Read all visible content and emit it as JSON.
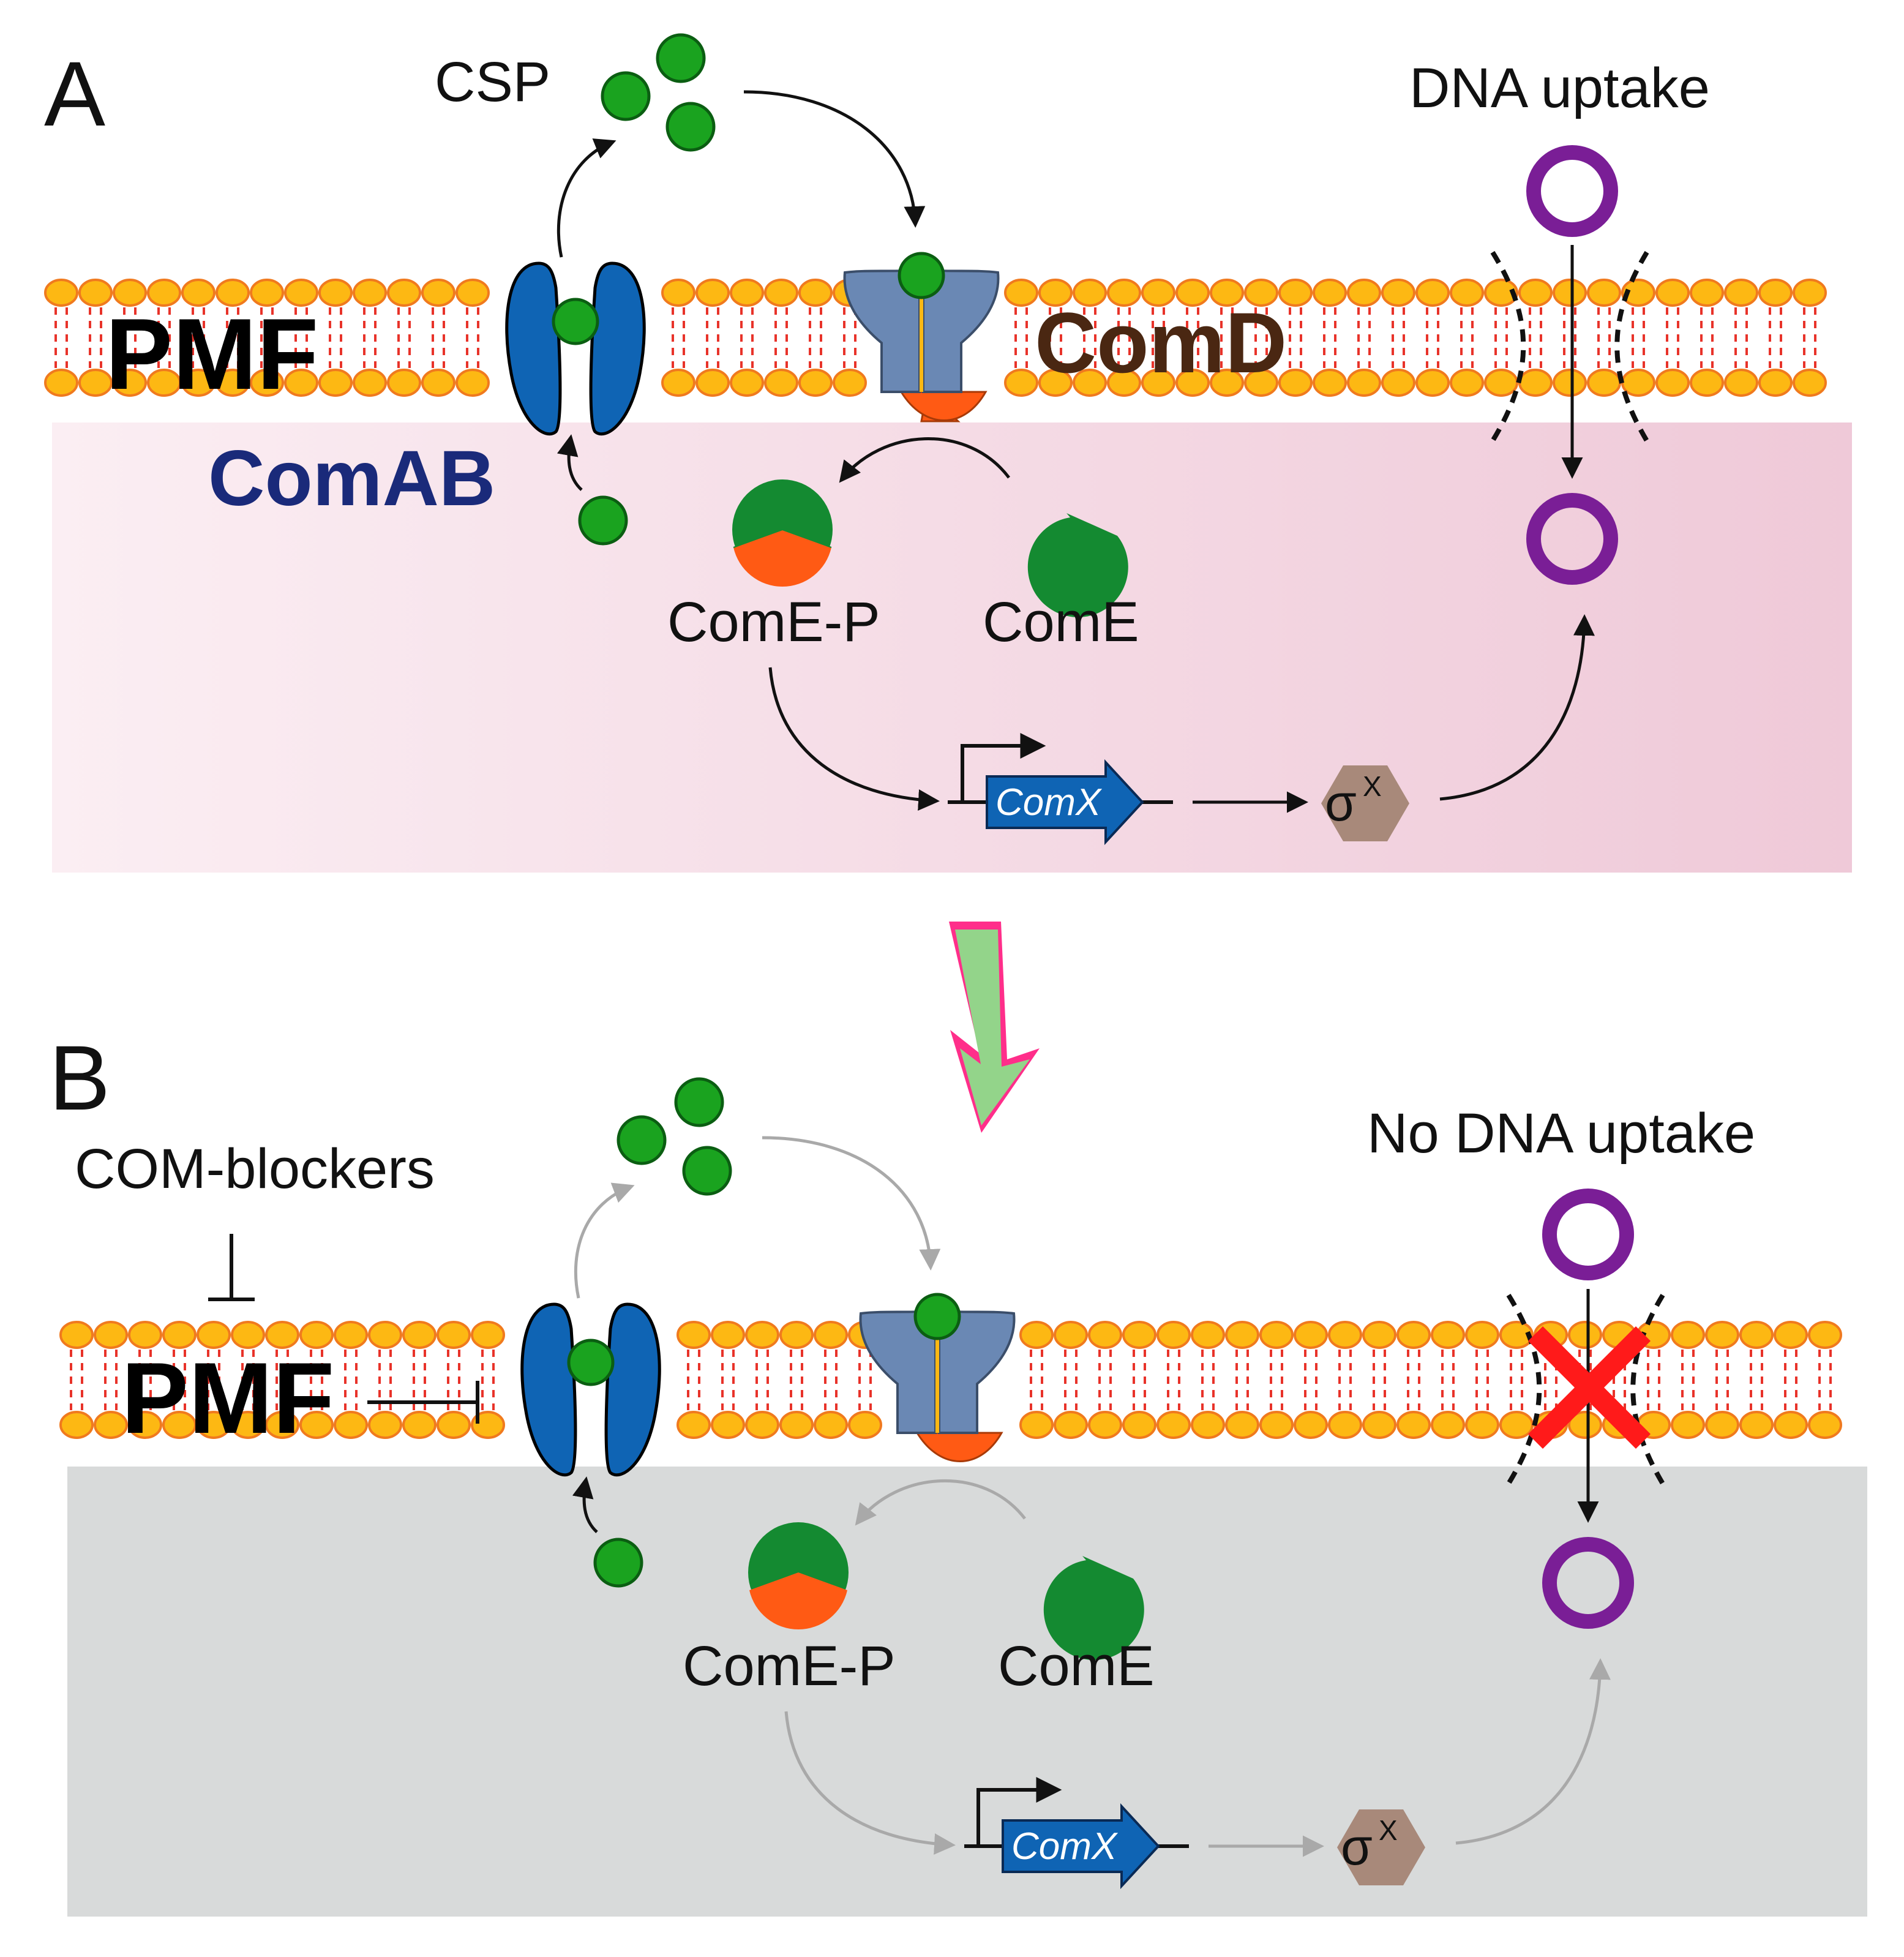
{
  "panel_a": {
    "letter": "A",
    "csp": "CSP",
    "dna_uptake": "DNA uptake",
    "pmf": "PMF",
    "comd": "ComD",
    "comab": "ComAB",
    "come_p": "ComE-P",
    "come": "ComE",
    "comx": "ComX",
    "sigma": "σ",
    "sigma_sup": "X"
  },
  "panel_b": {
    "letter": "B",
    "com_blockers": "COM-blockers",
    "no_dna_uptake": "No DNA uptake",
    "pmf": "PMF",
    "come_p": "ComE-P",
    "come": "ComE",
    "comx": "ComX",
    "sigma": "σ",
    "sigma_sup": "X"
  },
  "colors": {
    "membrane_head": "#FDB813",
    "membrane_edge": "#F07A1E",
    "csp_green": "#1AA31F",
    "comab_blue": "#0F64B4",
    "comd_blue": "#6A88B4",
    "come_green": "#148A31",
    "phosphate_orange": "#FF5A14",
    "dna_purple": "#7A1E96",
    "sigma_brown": "#A8897A",
    "block_red": "#FF1A1A",
    "cytoplasm_a": "#F3D9E3",
    "cytoplasm_b": "#D8DADA",
    "transition_arrow_fill": "#93D48A",
    "transition_arrow_edge": "#FF2E8A"
  }
}
